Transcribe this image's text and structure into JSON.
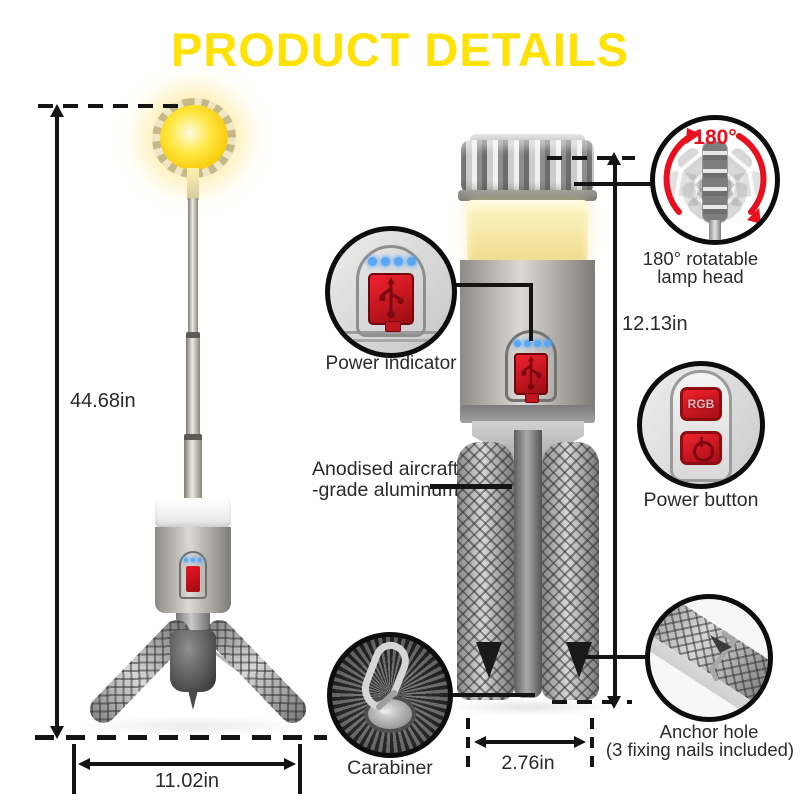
{
  "title": "PRODUCT DETAILS",
  "colors": {
    "title_yellow": "#FFE103",
    "accent_red": "#E8101E",
    "led_blue": "#5AA8F5",
    "line_black": "#141414"
  },
  "tripod_lamp": {
    "height_label": "44.68in",
    "base_width_label": "11.02in"
  },
  "flashlight": {
    "height_label": "12.13in",
    "width_label": "2.76in",
    "material_line1": "Anodised aircraft",
    "material_line2": "-grade aluminum"
  },
  "callouts": {
    "rotatable_head": {
      "badge": "180°",
      "caption_line1": "180° rotatable",
      "caption_line2": "lamp head"
    },
    "power_indicator": {
      "caption": "Power indicator"
    },
    "power_button": {
      "caption": "Power button",
      "top_button_label": "RGB"
    },
    "carabiner": {
      "caption": "Carabiner"
    },
    "anchor_hole": {
      "caption_line1": "Anchor hole",
      "caption_line2": "(3 fixing nails included)"
    }
  }
}
